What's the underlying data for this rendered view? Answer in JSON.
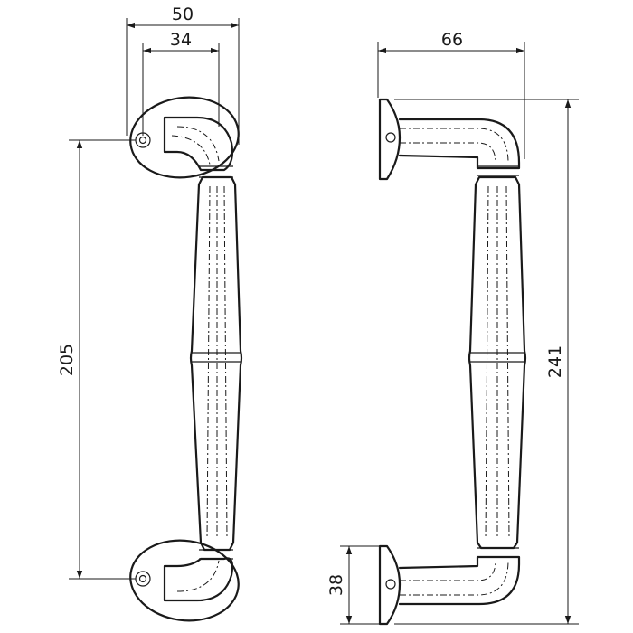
{
  "dimensions": {
    "outer_width": "50",
    "hole_spacing_width": "34",
    "side_depth": "66",
    "hole_spacing_height": "205",
    "total_height": "241",
    "base_height": "38"
  },
  "colors": {
    "line": "#1a1a1a",
    "background": "#ffffff"
  }
}
